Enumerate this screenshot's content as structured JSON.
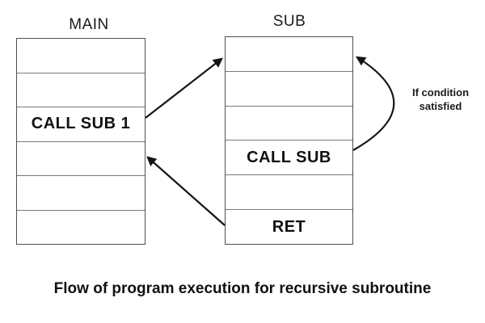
{
  "diagram": {
    "caption": "Flow of program execution for recursive subroutine",
    "main_column": {
      "title": "MAIN",
      "rows": [
        "",
        "",
        "CALL SUB 1",
        "",
        "",
        ""
      ]
    },
    "sub_column": {
      "title": "SUB",
      "rows": [
        "",
        "",
        "",
        "CALL SUB",
        "",
        "RET"
      ]
    },
    "annotation": {
      "line1": "If condition",
      "line2": "satisfied"
    },
    "arrows": [
      {
        "name": "call-arrow",
        "from": "MAIN CALL SUB 1",
        "to": "SUB top"
      },
      {
        "name": "return-arrow",
        "from": "SUB RET",
        "to": "MAIN"
      },
      {
        "name": "recursive-call-arrow",
        "from": "SUB CALL SUB",
        "to": "SUB top",
        "label": "If condition satisfied"
      }
    ],
    "colors": {
      "background": "#ffffff",
      "box_border": "#4f4f4f",
      "row_divider": "#787878",
      "arrow": "#141414",
      "text": "#1a1a1a"
    }
  }
}
